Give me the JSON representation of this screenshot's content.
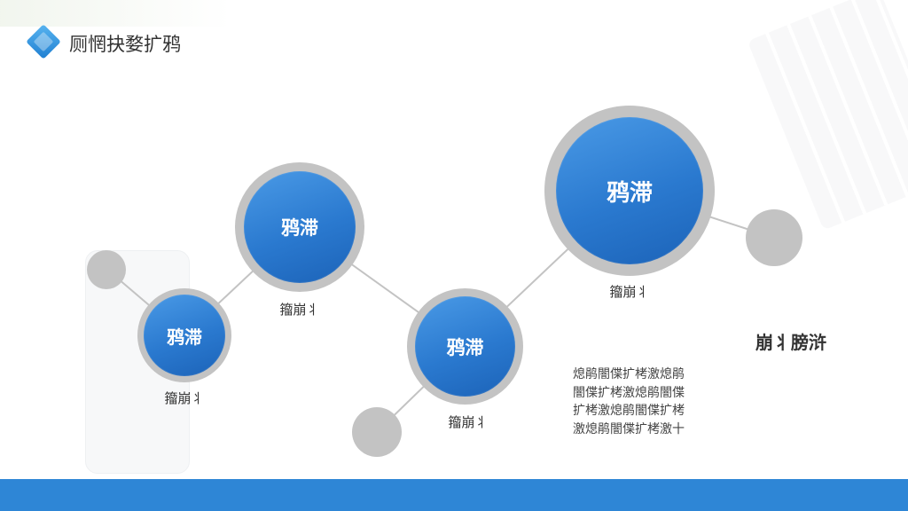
{
  "header": {
    "title": "厕惘抉婺扩鸦",
    "icon": "diamond-icon"
  },
  "nodes": [
    {
      "label": "鸦滞",
      "caption": "籀崩丬"
    },
    {
      "label": "鸦滞",
      "caption": "籀崩丬"
    },
    {
      "label": "鸦滞",
      "caption": "籀崩丬"
    },
    {
      "label": "鸦滞",
      "caption": "籀崩丬"
    }
  ],
  "description": {
    "heading": "崩丬膀浒",
    "lines": [
      "熄鹃闇偞扩栲激熄鹃",
      "闇偞扩栲激熄鹃闇偞",
      "扩栲激熄鹃闇偞扩栲",
      "激熄鹃闇偞扩栲激十"
    ]
  },
  "colors": {
    "accent": "#2e86d6",
    "node_ring": "#c3c3c3",
    "node_fill": "#2a79cf",
    "text": "#333333"
  }
}
